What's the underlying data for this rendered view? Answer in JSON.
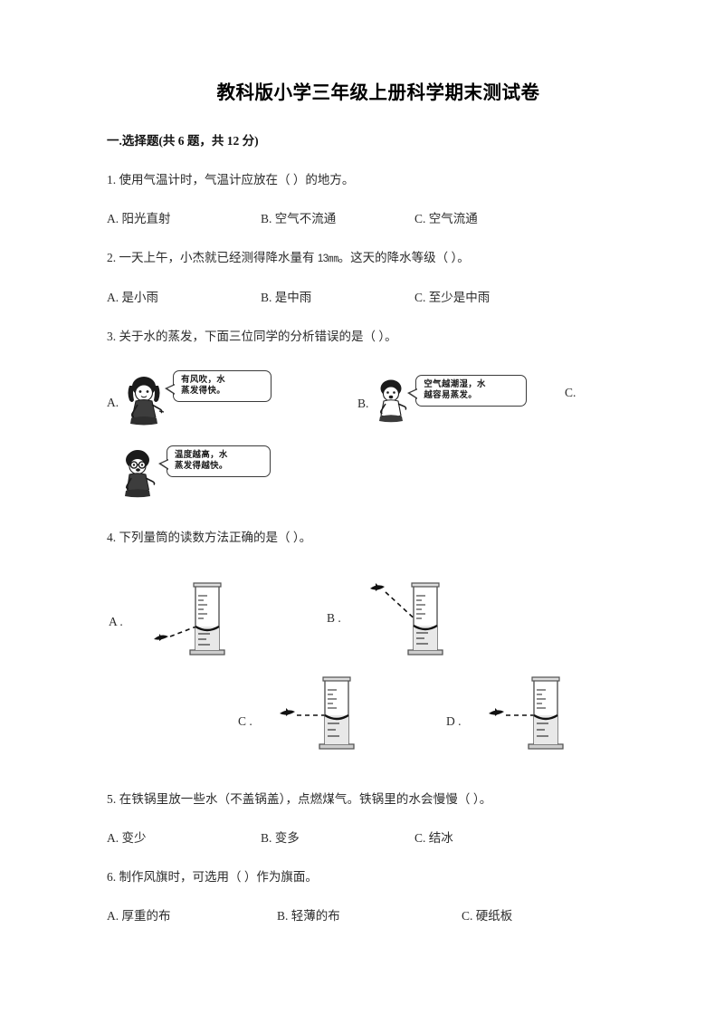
{
  "document": {
    "title": "教科版小学三年级上册科学期末测试卷",
    "section_header": "一.选择题(共 6 题，共 12 分)"
  },
  "questions": [
    {
      "number": "1.",
      "text": "1. 使用气温计时，气温计应放在（        ）的地方。",
      "options": [
        {
          "label": "A. 阳光直射"
        },
        {
          "label": "B. 空气不流通"
        },
        {
          "label": "C. 空气流通"
        }
      ]
    },
    {
      "number": "2.",
      "text_before": "2. 一天上午，小杰就已经测得降水量有 ",
      "value": "13",
      "unit": "㎜",
      "text_after": "。这天的降水等级（        ）。",
      "options": [
        {
          "label": "A. 是小雨"
        },
        {
          "label": "B. 是中雨"
        },
        {
          "label": "C. 至少是中雨"
        }
      ]
    },
    {
      "number": "3.",
      "text": "3. 关于水的蒸发，下面三位同学的分析错误的是（        ）。",
      "picture_options": [
        {
          "label": "A.",
          "bubble_text": "有风吹，水\n蒸发得快。",
          "character": "girl-pigtails"
        },
        {
          "label": "B.",
          "bubble_text": "空气越潮湿，水\n越容易蒸发。",
          "character": "boy-short-hair"
        },
        {
          "label": "C.",
          "bubble_text": "温度越高，水\n蒸发得越快。",
          "character": "boy-glasses"
        }
      ]
    },
    {
      "number": "4.",
      "text": "4. 下列量筒的读数方法正确的是（    ）。",
      "picture_options": [
        {
          "label": "A .",
          "eye_position": "below-looking-up"
        },
        {
          "label": "B .",
          "eye_position": "above-looking-down"
        },
        {
          "label": "C .",
          "eye_position": "level-with-surface"
        },
        {
          "label": "D .",
          "eye_position": "level-with-surface"
        }
      ]
    },
    {
      "number": "5.",
      "text": "5. 在铁锅里放一些水（不盖锅盖），点燃煤气。铁锅里的水会慢慢（        ）。",
      "options": [
        {
          "label": "A. 变少"
        },
        {
          "label": "B. 变多"
        },
        {
          "label": "C. 结冰"
        }
      ]
    },
    {
      "number": "6.",
      "text": "6. 制作风旗时，可选用（        ）作为旗面。",
      "options": [
        {
          "label": "A. 厚重的布"
        },
        {
          "label": "B. 轻薄的布"
        },
        {
          "label": "C. 硬纸板"
        }
      ]
    }
  ],
  "colors": {
    "text": "#2b2b2b",
    "title": "#000000",
    "ink": "#3a3a3a",
    "cylinder_base_tint": "#b5a642"
  }
}
